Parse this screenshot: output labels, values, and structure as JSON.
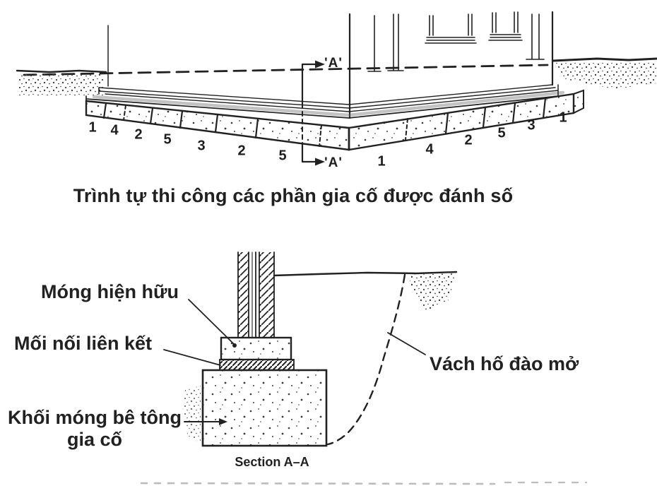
{
  "top_view": {
    "caption": "Trình tự thi công các phần gia cố được đánh số",
    "marker_top": "'A'",
    "marker_bottom": "'A'",
    "left_numbers": [
      "1",
      "4",
      "2",
      "5",
      "3",
      "2",
      "5"
    ],
    "right_numbers": [
      "1",
      "4",
      "2",
      "5",
      "3",
      "1"
    ]
  },
  "section_view": {
    "caption": "Section A–A",
    "labels": {
      "existing_foundation": "Móng hiện hữu",
      "connection_joint": "Mối nối liên kết",
      "underpinning_block_line1": "Khối móng bê tông",
      "underpinning_block_line2": "gia cố",
      "excavation_wall": "Vách hố đào mở"
    }
  },
  "colors": {
    "ink": "#212121",
    "paper": "#ffffff"
  }
}
